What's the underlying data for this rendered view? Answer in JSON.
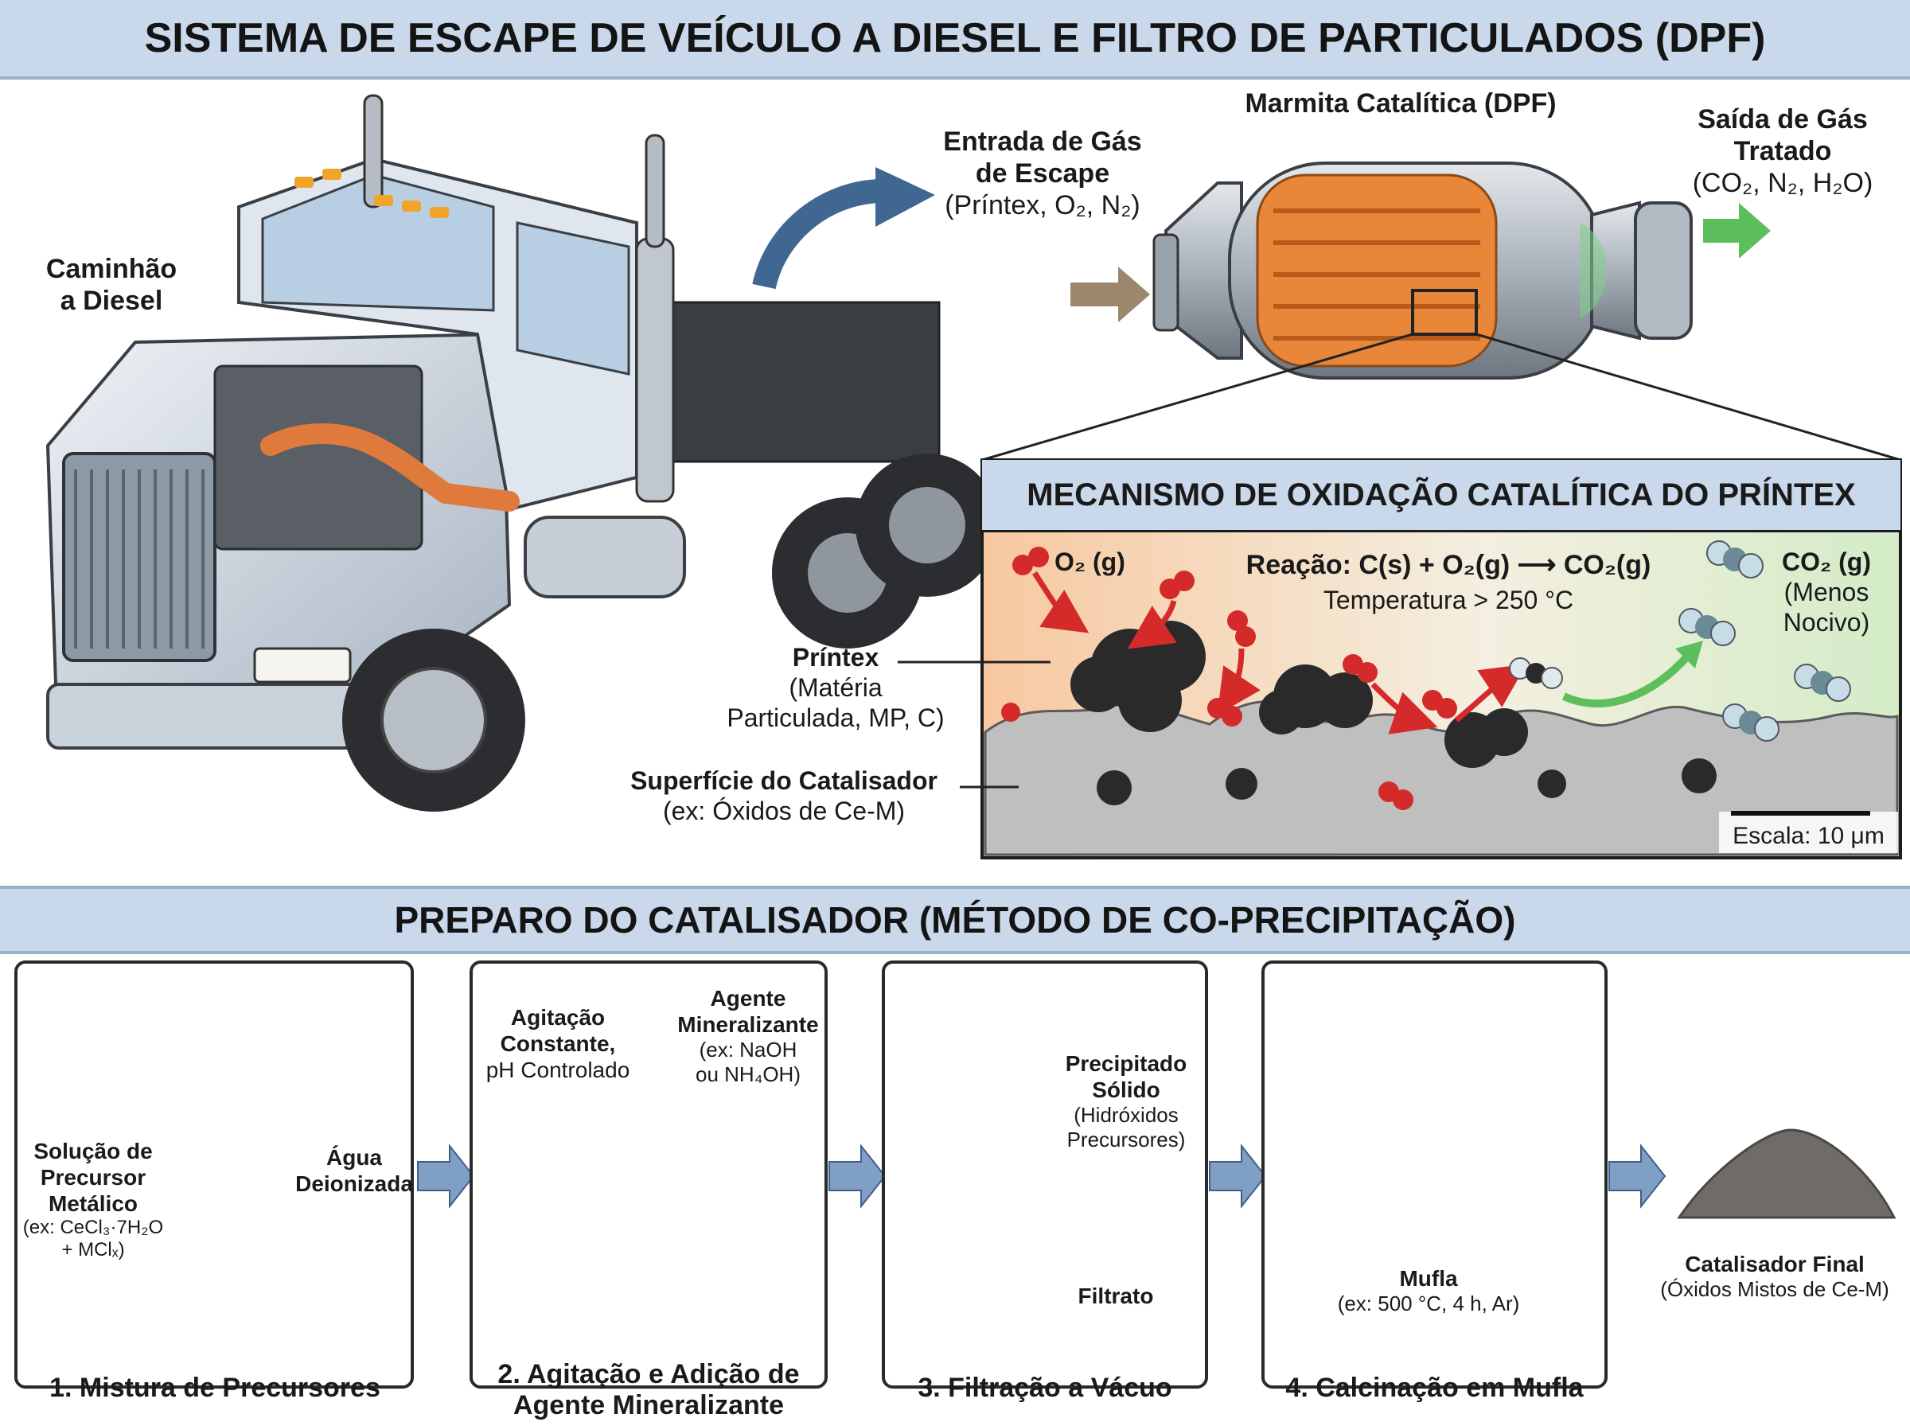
{
  "title": "SISTEMA DE ESCAPE DE VEÍCULO A DIESEL E FILTRO DE PARTICULADOS (DPF)",
  "truck_label": [
    "Caminhão",
    "a Diesel"
  ],
  "dpf": {
    "name": "Marmita Catalítica (DPF)",
    "inlet_title": [
      "Entrada de Gás",
      "de Escape"
    ],
    "inlet_species": "(Príntex, O₂, N₂)",
    "outlet_title": [
      "Saída de Gás",
      "Tratado"
    ],
    "outlet_species": "(CO₂, N₂, H₂O)"
  },
  "mechanism": {
    "title": "MECANISMO DE OXIDAÇÃO CATALÍTICA DO PRÍNTEX",
    "o2_label": "O₂ (g)",
    "reaction": "Reação: C(s) + O₂(g) ⟶ CO₂(g)",
    "temperature": "Temperatura > 250 °C",
    "co2_label": "CO₂ (g)",
    "co2_note": [
      "(Menos",
      "Nocivo)"
    ],
    "printex_title": "Príntex",
    "printex_desc": [
      "(Matéria",
      "Particulada, MP, C)"
    ],
    "surface_title": "Superfície do Catalisador",
    "surface_desc": "(ex: Óxidos de Ce-M)",
    "scale": "Escala: 10 μm"
  },
  "section2_title": "PREPARO DO CATALISADOR (MÉTODO DE CO-PRECIPITAÇÃO)",
  "steps": [
    {
      "caption": "1. Mistura de Precursores",
      "left_title": [
        "Solução de",
        "Precursor",
        "Metálico"
      ],
      "left_desc": [
        "(ex: CeCl₃·7H₂O",
        "+ MClₓ)"
      ],
      "right_title": [
        "Água",
        "Deionizada"
      ]
    },
    {
      "caption": [
        "2. Agitação e Adição de",
        "Agente Mineralizante"
      ],
      "left_title": [
        "Agitação",
        "Constante,"
      ],
      "left_desc": "pH Controlado",
      "right_title": [
        "Agente",
        "Mineralizante"
      ],
      "right_desc": [
        "(ex: NaOH",
        "ou NH₄OH)"
      ]
    },
    {
      "caption": "3. Filtração a Vácuo",
      "precip_title": [
        "Precipitado",
        "Sólido"
      ],
      "precip_desc": [
        "(Hidróxidos",
        "Precursores)"
      ],
      "filtrate": "Filtrato"
    },
    {
      "caption": "4. Calcinação em Mufla",
      "oven_title": "Mufla",
      "oven_desc": "(ex: 500 °C, 4 h, Ar)"
    }
  ],
  "final": {
    "title": "Catalisador Final",
    "desc": "(Óxidos Mistos de Ce-M)"
  },
  "colors": {
    "banner": "#c9d8ea",
    "arrow_blue": "#3f6791",
    "step_arrow": "#7f9fc4",
    "soot": "#222222",
    "oxygen_red": "#d42a2a",
    "filter_orange": "#e8863a",
    "green_out": "#5cbf5c"
  }
}
